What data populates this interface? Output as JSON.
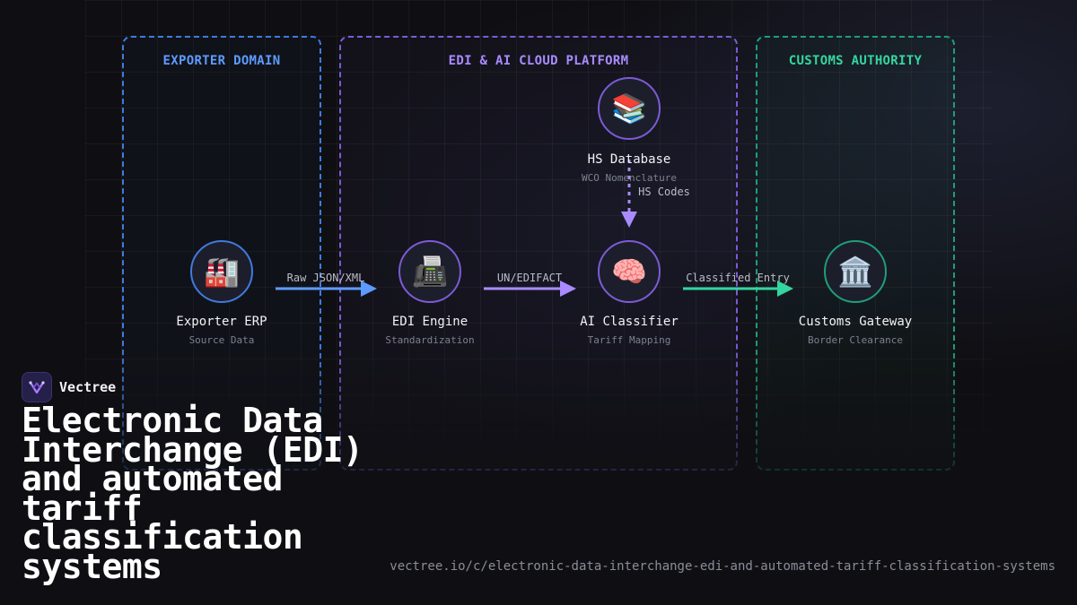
{
  "zones": {
    "exporter": {
      "title": "EXPORTER DOMAIN"
    },
    "cloud": {
      "title": "EDI & AI CLOUD PLATFORM"
    },
    "customs": {
      "title": "CUSTOMS AUTHORITY"
    }
  },
  "nodes": {
    "exporter_erp": {
      "icon": "factory-icon",
      "glyph": "🏭",
      "label": "Exporter ERP",
      "sub": "Source Data",
      "color": "#3f7be0"
    },
    "edi_engine": {
      "icon": "fax-machine-icon",
      "glyph": "📠",
      "label": "EDI Engine",
      "sub": "Standardization",
      "color": "#7c5bd6"
    },
    "ai_classifier": {
      "icon": "brain-icon",
      "glyph": "🧠",
      "label": "AI Classifier",
      "sub": "Tariff Mapping",
      "color": "#7c5bd6"
    },
    "customs_gateway": {
      "icon": "classical-building-icon",
      "glyph": "🏛️",
      "label": "Customs Gateway",
      "sub": "Border Clearance",
      "color": "#1f9e78"
    },
    "hs_database": {
      "icon": "books-icon",
      "glyph": "📚",
      "label": "HS Database",
      "sub": "WCO Nomenclature",
      "color": "#7c5bd6"
    }
  },
  "edges": {
    "erp_to_edi": {
      "label": "Raw JSON/XML",
      "color": "#5e9bff"
    },
    "edi_to_ai": {
      "label": "UN/EDIFACT",
      "color": "#a98bff"
    },
    "ai_to_customs": {
      "label": "Classified Entry",
      "color": "#33d69e"
    },
    "hs_to_ai": {
      "label": "HS Codes",
      "color": "#a98bff"
    }
  },
  "brand": {
    "name": "Vectree",
    "logo_icon": "vectree-logo-icon"
  },
  "headline": "Electronic Data Interchange (EDI) and automated tariff classification systems",
  "url": "vectree.io/c/electronic-data-interchange-edi-and-automated-tariff-classification-systems"
}
